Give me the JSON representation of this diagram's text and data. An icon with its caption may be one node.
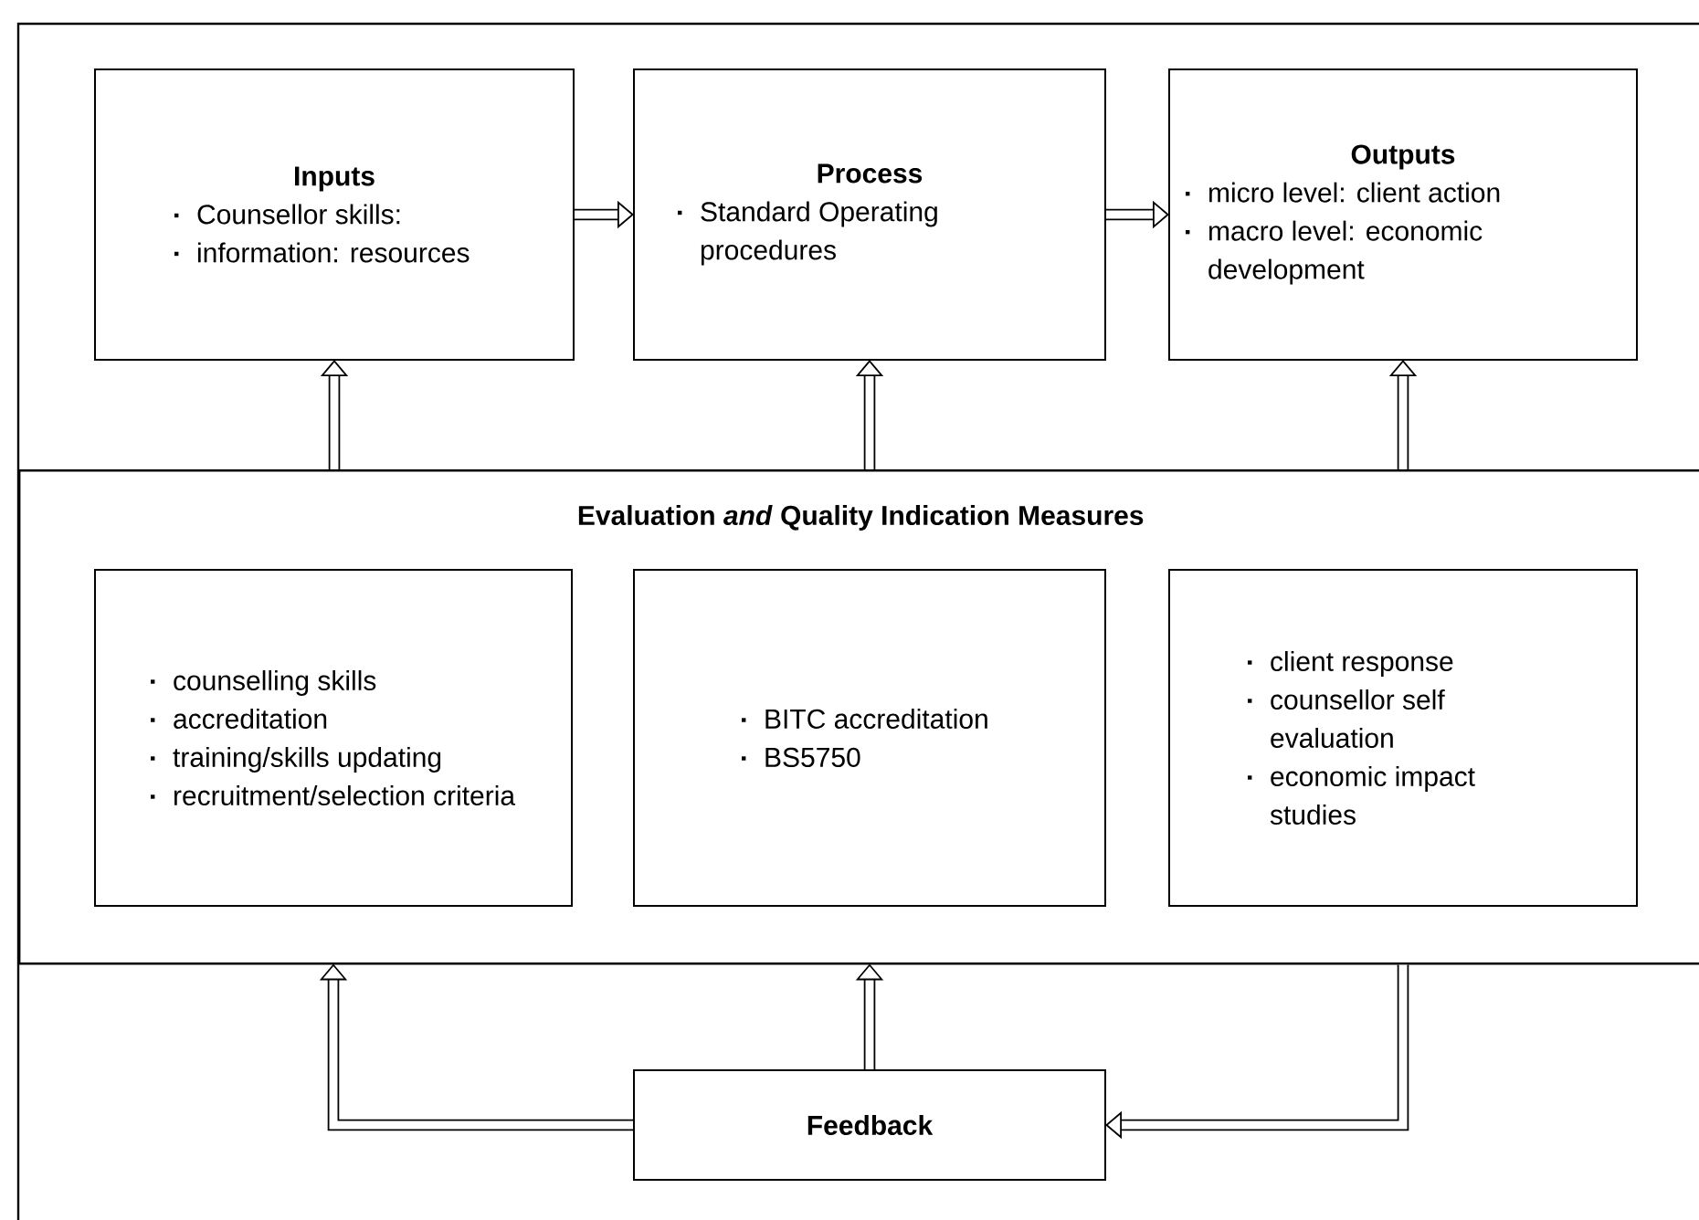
{
  "diagram": {
    "nodes": [
      {
        "text": [
          "Inputs",
          "Counsellor skills:",
          "information: resources"
        ]
      },
      {
        "text": [
          "Process",
          "Standard Operating procedures"
        ]
      },
      {
        "text": [
          "Outputs",
          "micro level: client action",
          "macro level: economic development"
        ]
      },
      {
        "text": [
          "Evaluation *and* Quality Indication Measures"
        ]
      },
      {
        "text": [
          "counselling skills",
          "accreditation",
          "training/skills updating",
          "recruitment/selection criteria"
        ],
        "in": 3
      },
      {
        "text": [
          "BITC accreditation",
          "BS5750"
        ],
        "in": 3
      },
      {
        "text": [
          "client response",
          "counsellor self evaluation",
          "economic impact studies"
        ],
        "in": 3
      },
      {
        "text": [
          "Feedback"
        ]
      }
    ],
    "edges": [
      {
        "from": 0,
        "to": 1,
        "arrow": "to"
      },
      {
        "from": 1,
        "to": 2,
        "arrow": "to"
      },
      {
        "from": 3,
        "to": 0,
        "arrow": "to"
      },
      {
        "from": 3,
        "to": 1,
        "arrow": "to"
      },
      {
        "from": 3,
        "to": 2,
        "arrow": "to"
      },
      {
        "from": 7,
        "to": 3,
        "arrow": "to"
      },
      {
        "from": 7,
        "to": 3,
        "arrow": "to"
      },
      {
        "from": 3,
        "to": 7,
        "arrow": "to"
      }
    ]
  }
}
